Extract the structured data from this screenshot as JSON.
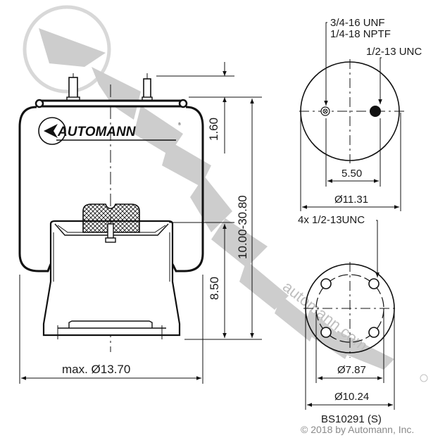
{
  "watermark": {
    "brand_text": "AUTOMANN",
    "url_text": "automann.com",
    "color": "#c8c8c8"
  },
  "side_view": {
    "logo_text": "AUTOMANN",
    "dimensions": {
      "top_offset": "1.60",
      "height_range": "10.00-30.80",
      "piston_height": "8.50",
      "max_diameter": "max. Ø13.70"
    }
  },
  "top_plate_view": {
    "callouts": {
      "air_fitting_line1": "3/4-16 UNF",
      "air_fitting_line2": "1/4-18 NPTF",
      "stud": "1/2-13 UNC"
    },
    "dimensions": {
      "stud_spacing": "5.50",
      "plate_diameter": "Ø11.31"
    }
  },
  "bottom_piston_view": {
    "callouts": {
      "holes": "4x 1/2-13UNC"
    },
    "dimensions": {
      "bolt_circle": "Ø7.87",
      "piston_diameter": "Ø10.24"
    }
  },
  "footer": {
    "part_number": "BS10291 (S)",
    "copyright": "© 2018 by Automann, Inc."
  },
  "colors": {
    "line": "#111111",
    "watermark": "#c8c8c8",
    "copyright": "#8a8a8a"
  }
}
